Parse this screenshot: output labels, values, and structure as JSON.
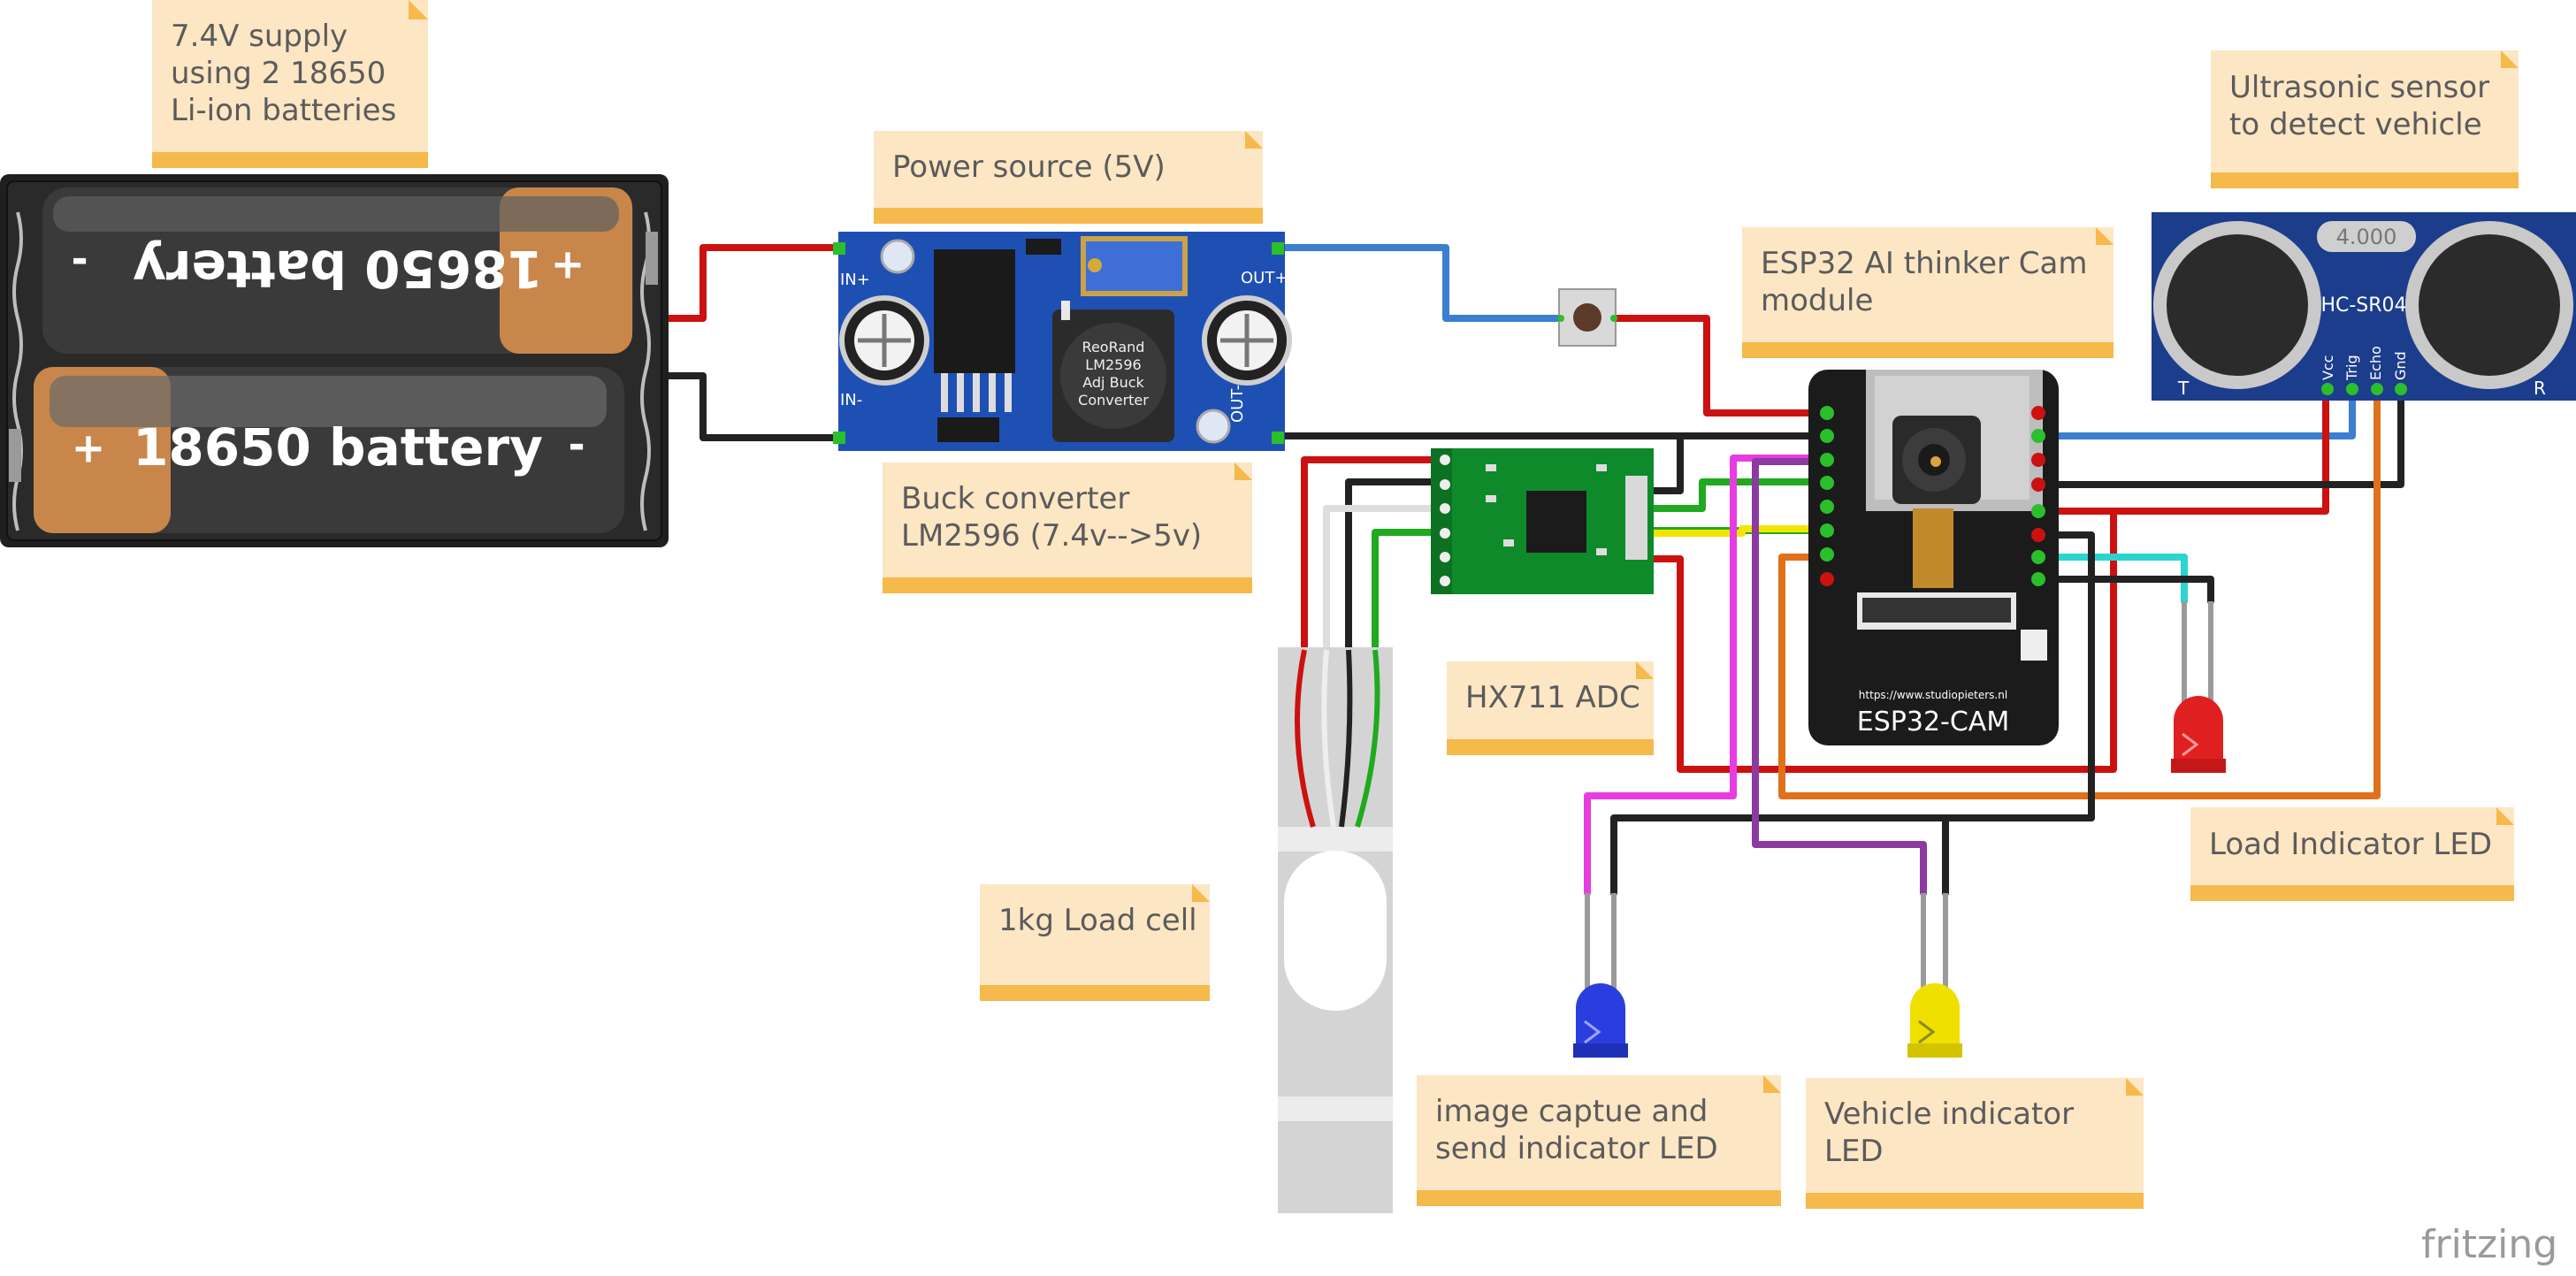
{
  "notes": {
    "supply": [
      "7.4V supply",
      "using 2 18650",
      "Li-ion batteries"
    ],
    "power_source": [
      "Power source (5V)"
    ],
    "buck": [
      "Buck converter",
      "LM2596 (7.4v-->5v)"
    ],
    "esp32": [
      "ESP32 AI thinker Cam",
      "module"
    ],
    "ultrasonic": [
      "Ultrasonic sensor",
      "to detect vehicle"
    ],
    "hx711": [
      "HX711 ADC"
    ],
    "load_cell": [
      "1kg Load cell"
    ],
    "load_led": [
      "Load Indicator LED"
    ],
    "capture_led": [
      "image captue and",
      "send indicator LED"
    ],
    "vehicle_led": [
      "Vehicle indicator",
      "LED"
    ]
  },
  "battery": {
    "top_label": "18650 battery",
    "bottom_label": "18650 battery",
    "plus": "+",
    "minus": "-"
  },
  "buck_board": {
    "chip_lines": [
      "ReoRand",
      "LM2596",
      "Adj Buck",
      "Converter"
    ],
    "in_plus": "IN+",
    "in_minus": "IN-",
    "out_plus": "OUT+",
    "out_minus": "OUT-"
  },
  "esp32_board": {
    "url": "https://www.studiopieters.nl",
    "name": "ESP32-CAM"
  },
  "hcsr04": {
    "model": "HC-SR04",
    "crystal": "4.000",
    "t": "T",
    "r": "R",
    "pins": [
      "Vcc",
      "Trig",
      "Echo",
      "Gnd"
    ]
  },
  "branding": "fritzing",
  "colors": {
    "note_bg": "#fde6c3",
    "note_bar": "#f6b94c",
    "wire_red": "#cc1111",
    "wire_black": "#222222",
    "wire_blue": "#3a7fd0",
    "wire_green": "#1faa1f",
    "wire_yellow": "#f2e600",
    "wire_magenta": "#e83ce0",
    "wire_purple": "#8c3aa0",
    "wire_orange": "#e0701a",
    "wire_cyan": "#2ad5d0",
    "board_blue": "#1e50b4",
    "board_green": "#0f8a2a",
    "sensor_blue": "#1c3d8c"
  }
}
